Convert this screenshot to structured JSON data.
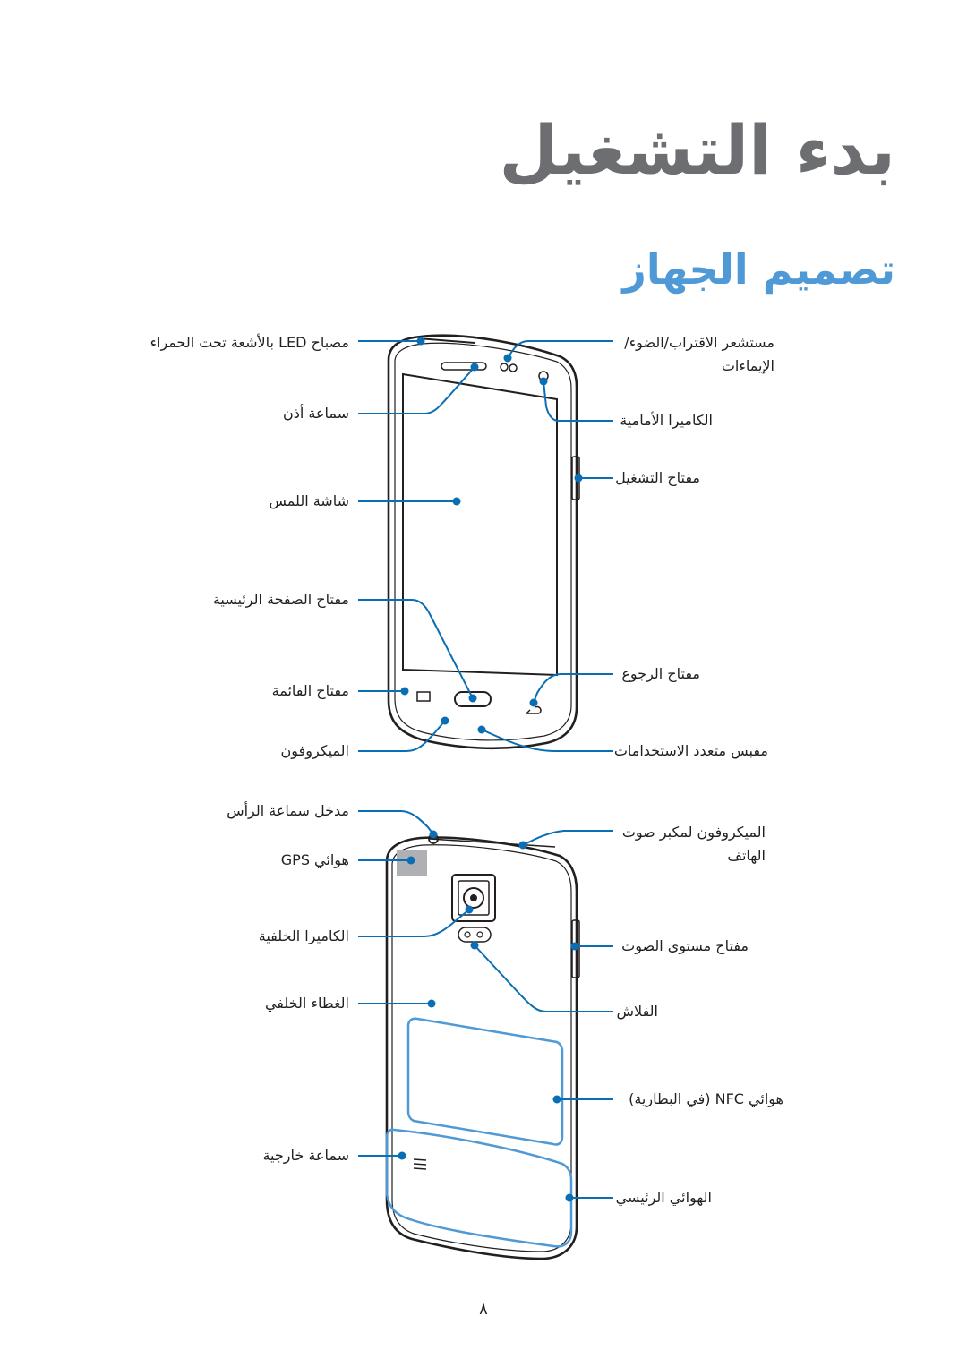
{
  "chapter_title": "بدء التشغيل",
  "section_title": "تصميم الجهاز",
  "front_labels_left": [
    "مصباح LED بالأشعة تحت الحمراء",
    "سماعة أذن",
    "شاشة اللمس",
    "مفتاح الصفحة الرئيسية",
    "مفتاح القائمة",
    "الميكروفون"
  ],
  "front_labels_right": [
    "مستشعر الاقتراب/الضوء/الإيماءات",
    "الكاميرا الأمامية",
    "مفتاح التشغيل",
    "مفتاح الرجوع",
    "مقبس متعدد الاستخدامات"
  ],
  "back_labels_left": [
    "مدخل سماعة الرأس",
    "هوائي GPS",
    "الكاميرا الخلفية",
    "الغطاء الخلفي",
    "سماعة خارجية"
  ],
  "back_labels_right": [
    "الميكروفون لمكبر صوت الهاتف",
    "مفتاح مستوى الصوت",
    "الفلاش",
    "هوائي NFC (في البطارية)",
    "الهوائي الرئيسي"
  ],
  "page_number": "٨",
  "colors": {
    "title": "#6d6e71",
    "accent": "#4f9ad6",
    "callout": "#0a6eb4",
    "outline": "#231f20"
  }
}
